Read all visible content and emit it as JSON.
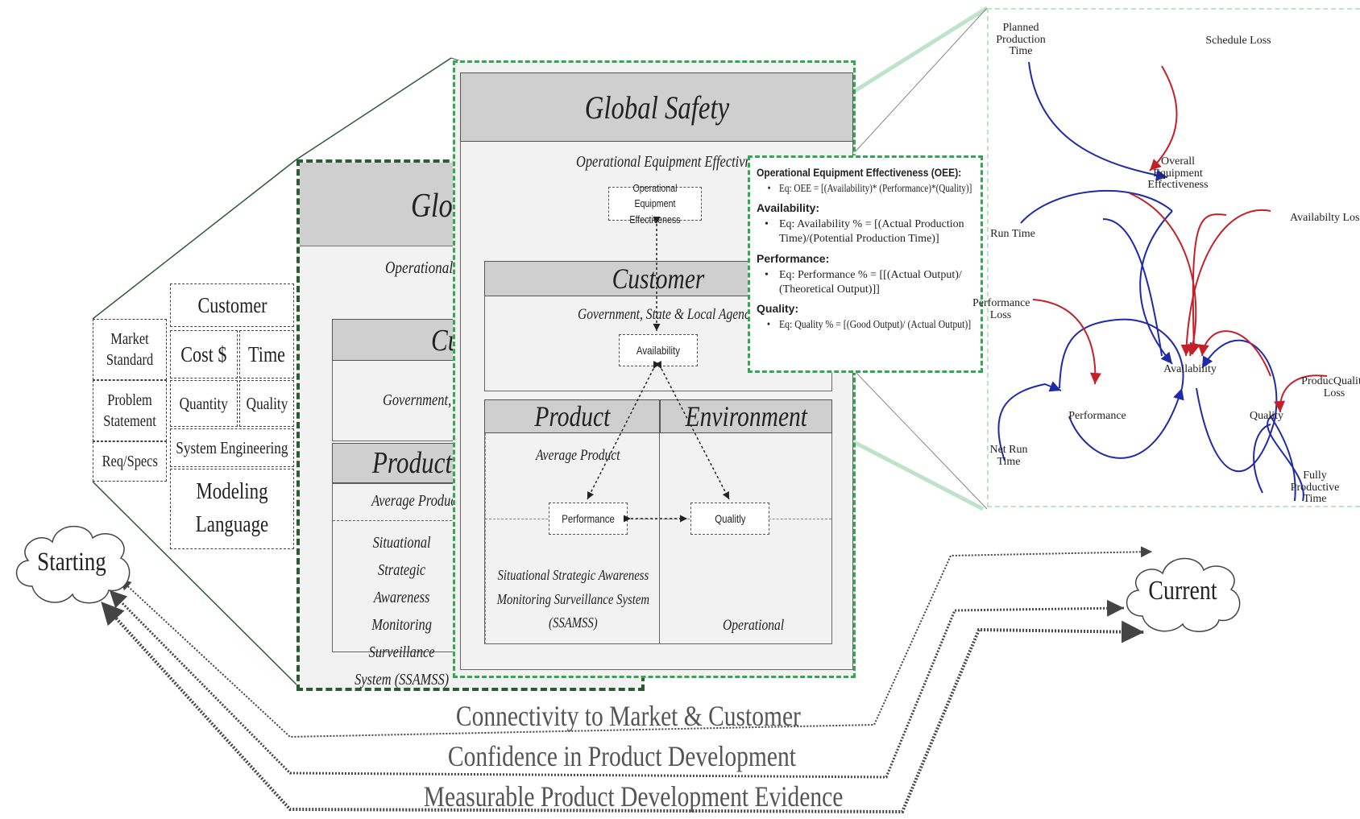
{
  "left_table": {
    "market_standard": "Market Standard",
    "problem_statement": "Problem Statement",
    "req_specs": "Req/Specs",
    "customer": "Customer",
    "cost": "Cost $",
    "time": "Time",
    "quantity": "Quantity",
    "quality": "Quality",
    "system_engineering": "System Engineering",
    "modeling_language": "Modeling Language"
  },
  "back_panel": {
    "title": "Glob",
    "oee": "Operational Eq",
    "customer": "Cu",
    "customer_sub": "Government, St",
    "product": "Product",
    "average_product": "Average Product",
    "ssamss": "Situational Strategic Awareness Monitoring Surveillance System (SSAMSS)"
  },
  "front_panel": {
    "title": "Global Safety",
    "oee_label": "Operational Equipment Effectivness",
    "oee_box": "Operational Equipment Effectiveness",
    "customer": "Customer",
    "customer_sub": "Government, State & Local Agencies",
    "availability": "Availability",
    "product": "Product",
    "environment": "Environment",
    "average_product": "Average Product",
    "performance": "Performance",
    "quality": "Qualitly",
    "ssamss": "Situational Strategic Awareness Monitoring Surveillance System (SSAMSS)",
    "operational": "Operational"
  },
  "oee_definitions": {
    "h1": "Operational Equipment Effectiveness (OEE):",
    "eq1": "Eq: OEE = [(Availability)* (Performance)*(Quality)]",
    "h2": "Availability:",
    "eq2": "Eq: Availability % = [(Actual Production Time)/(Potential Production Time)]",
    "h3": "Performance:",
    "eq3": "Eq: Performance % = [[(Actual Output)/ (Theoretical Output)]]",
    "h4": "Quality:",
    "eq4": "Eq: Quality % = [(Good Output)/ (Actual Output)]"
  },
  "causal_loop": {
    "planned_production_time": "Planned Production Time",
    "schedule_loss": "Schedule Loss",
    "overall_equipment_effectiveness": "Overall Equipment Effectiveness",
    "run_time": "Run Time",
    "availabilty_loss": "Availabilty Loss",
    "performance_loss": "Performance Loss",
    "availability": "Availability",
    "produc_quality_loss": "ProducQuality Loss",
    "performance": "Performance",
    "quality": "Quality",
    "net_run_time": "Net Run Time",
    "fully_productive_time": "Fully Productive Time"
  },
  "clouds": {
    "starting": "Starting",
    "current": "Current"
  },
  "bottom_labels": {
    "connectivity": "Connectivity to Market & Customer",
    "confidence": "Confidence in Product Development",
    "measurable": "Measurable Product Development Evidence"
  },
  "colors": {
    "green_dashed": "#33a852",
    "dark_green": "#2c5a34",
    "loop_blue": "#1f2aa8",
    "loop_red": "#c4202a",
    "header_gray": "#cfcfcf"
  }
}
